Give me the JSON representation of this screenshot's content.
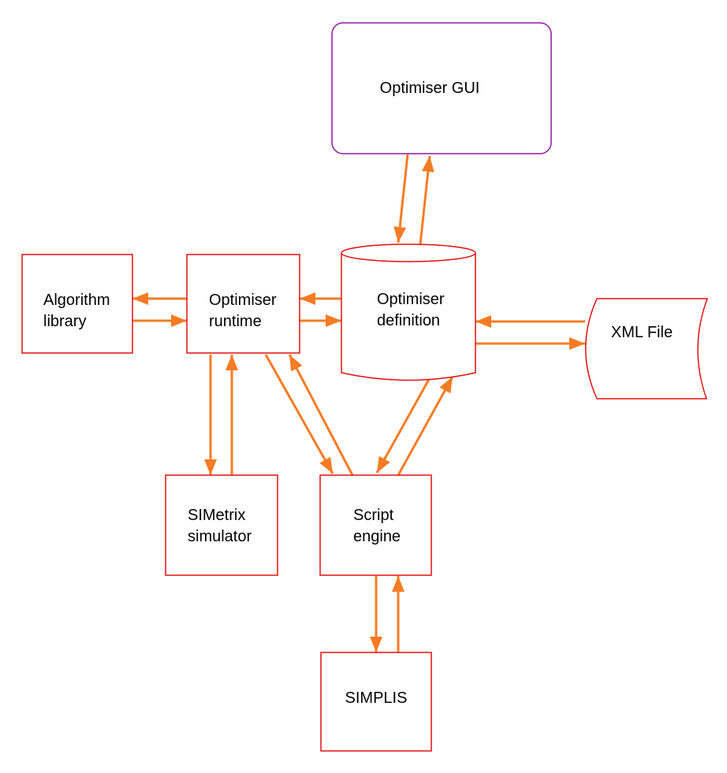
{
  "diagram": {
    "background": "#ffffff",
    "colors": {
      "node_border": "#e01010",
      "gui_node_border": "#8b1a9e",
      "arrow": "#f57c24",
      "text": "#000000"
    },
    "nodes": {
      "optimiser_gui": {
        "label": "Optimiser GUI",
        "shape": "rounded-rectangle"
      },
      "algorithm_library": {
        "line1": "Algorithm",
        "line2": "library",
        "shape": "rectangle"
      },
      "optimiser_runtime": {
        "line1": "Optimiser",
        "line2": "runtime",
        "shape": "rectangle"
      },
      "optimiser_definition": {
        "line1": "Optimiser",
        "line2": "definition",
        "shape": "cylinder"
      },
      "xml_file": {
        "label": "XML File",
        "shape": "stored-data"
      },
      "simetrix_simulator": {
        "line1": "SIMetrix",
        "line2": "simulator",
        "shape": "rectangle"
      },
      "script_engine": {
        "line1": "Script",
        "line2": "engine",
        "shape": "rectangle"
      },
      "simplis": {
        "label": "SIMPLIS",
        "shape": "rectangle"
      }
    },
    "edges": [
      {
        "from": "Optimiser GUI",
        "to": "Optimiser definition",
        "bidirectional": true
      },
      {
        "from": "Algorithm library",
        "to": "Optimiser runtime",
        "bidirectional": true
      },
      {
        "from": "Optimiser runtime",
        "to": "Optimiser definition",
        "bidirectional": true
      },
      {
        "from": "Optimiser definition",
        "to": "XML File",
        "bidirectional": true
      },
      {
        "from": "Optimiser runtime",
        "to": "SIMetrix simulator",
        "bidirectional": true
      },
      {
        "from": "Optimiser runtime",
        "to": "Script engine",
        "bidirectional": true
      },
      {
        "from": "Optimiser definition",
        "to": "Script engine",
        "bidirectional": true
      },
      {
        "from": "Script engine",
        "to": "SIMPLIS",
        "bidirectional": true
      }
    ]
  }
}
